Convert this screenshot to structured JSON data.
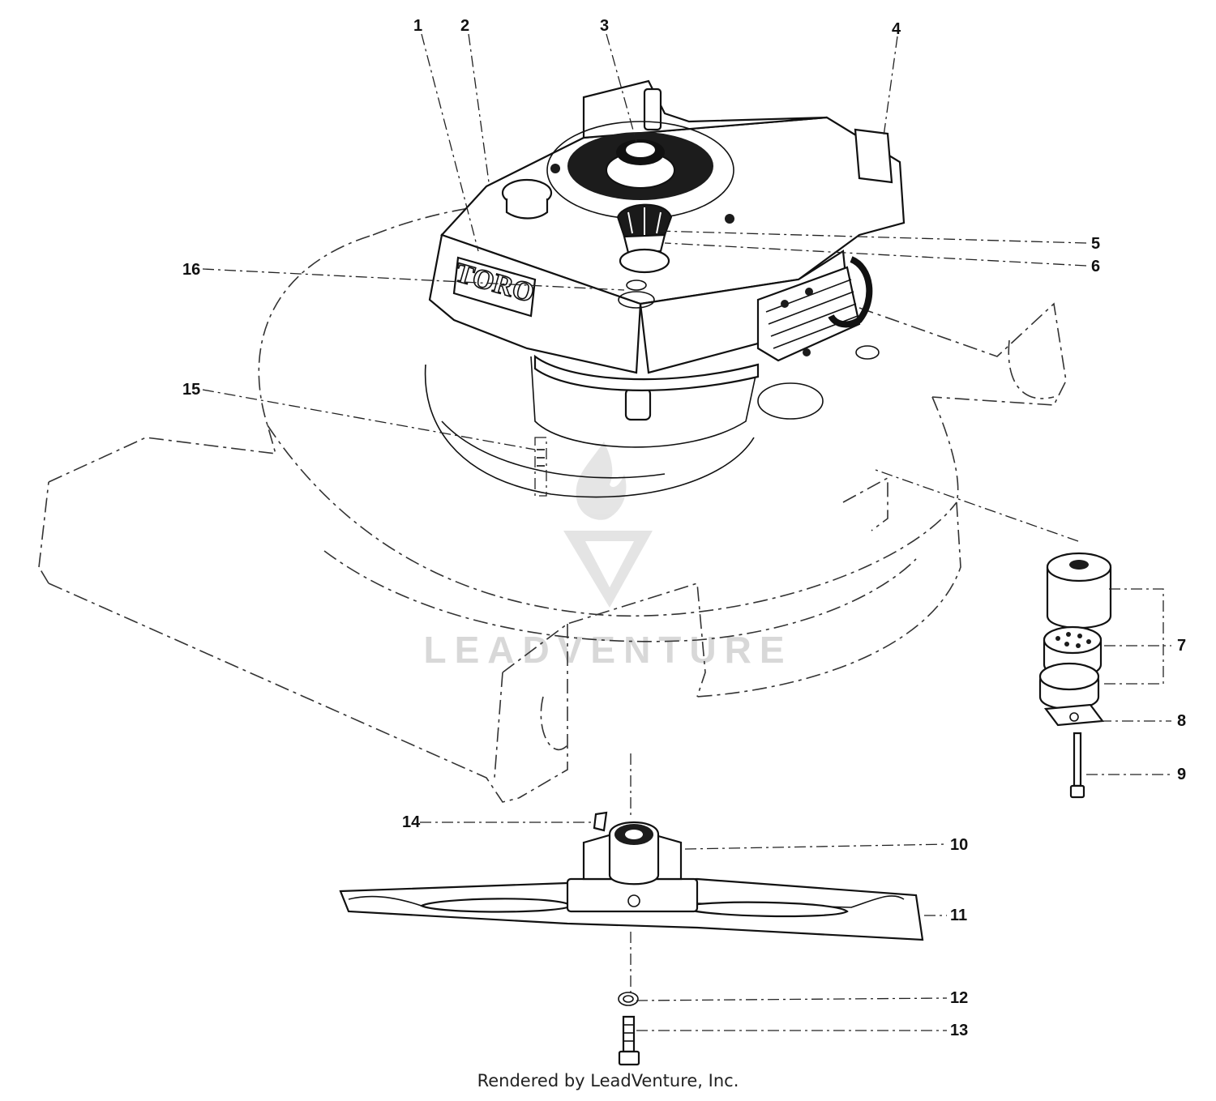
{
  "diagram": {
    "callouts": [
      {
        "id": "1",
        "label": "1"
      },
      {
        "id": "2",
        "label": "2"
      },
      {
        "id": "3",
        "label": "3"
      },
      {
        "id": "4",
        "label": "4"
      },
      {
        "id": "5",
        "label": "5"
      },
      {
        "id": "6",
        "label": "6"
      },
      {
        "id": "7",
        "label": "7"
      },
      {
        "id": "8",
        "label": "8"
      },
      {
        "id": "9",
        "label": "9"
      },
      {
        "id": "10",
        "label": "10"
      },
      {
        "id": "11",
        "label": "11"
      },
      {
        "id": "12",
        "label": "12"
      },
      {
        "id": "13",
        "label": "13"
      },
      {
        "id": "14",
        "label": "14"
      },
      {
        "id": "15",
        "label": "15"
      },
      {
        "id": "16",
        "label": "16"
      }
    ],
    "engine_brand": "TORO"
  },
  "watermark": {
    "text": "LEADVENTURE"
  },
  "credit": "Rendered by LeadVenture, Inc."
}
